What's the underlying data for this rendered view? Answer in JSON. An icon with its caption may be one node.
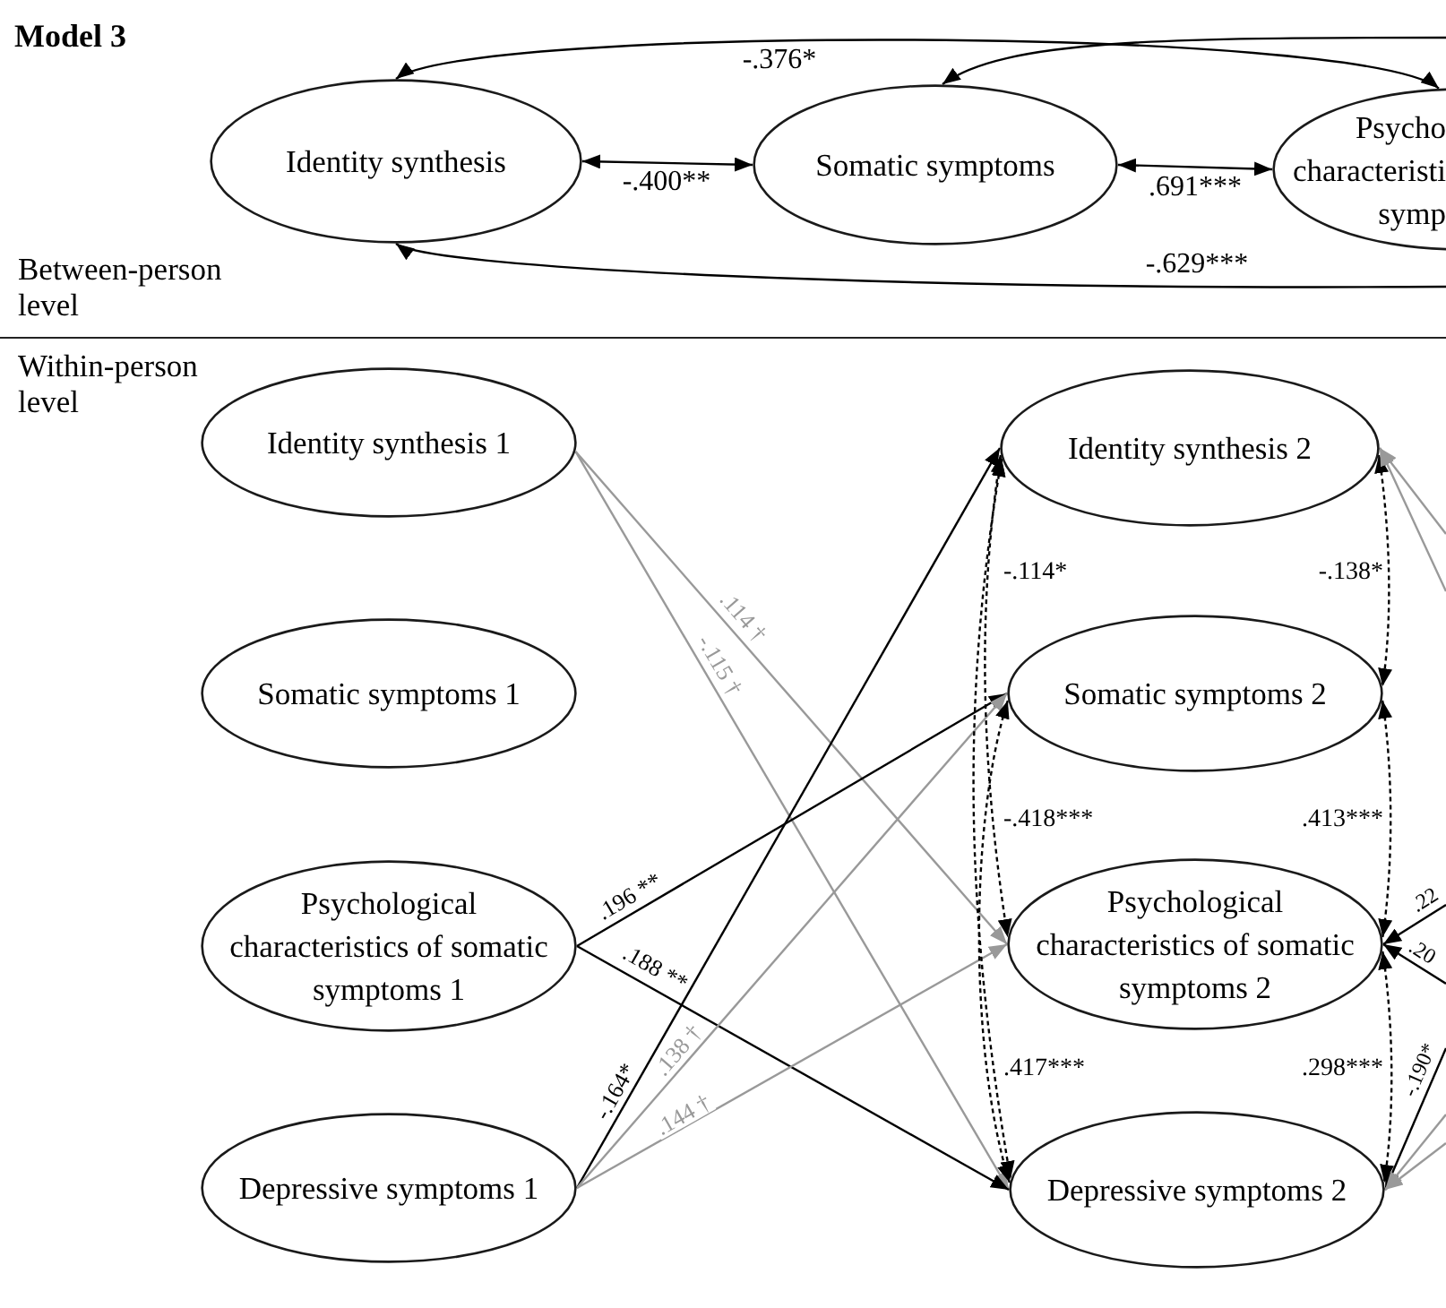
{
  "diagram": {
    "title": "Model 3",
    "nodes": [
      {
        "text": [
          "Identity synthesis"
        ]
      },
      {
        "text": [
          "Somatic symptoms"
        ]
      },
      {
        "text": [
          "Psycho characteristi symp"
        ]
      },
      {
        "text": [
          "Identity synthesis 1"
        ]
      },
      {
        "text": [
          "Somatic symptoms 1"
        ]
      },
      {
        "text": [
          "Psychological characteristics of somatic symptoms 1"
        ]
      },
      {
        "text": [
          "Depressive symptoms 1"
        ]
      },
      {
        "text": [
          "Identity synthesis 2"
        ]
      },
      {
        "text": [
          "Somatic symptoms 2"
        ]
      },
      {
        "text": [
          "Psychological characteristics of somatic symptoms 2"
        ]
      },
      {
        "text": [
          "Depressive symptoms 2"
        ]
      }
    ],
    "edges": [
      {
        "from": 0,
        "to": 1,
        "arrow": "both",
        "label": "-.400**"
      },
      {
        "from": 1,
        "to": 2,
        "arrow": "both",
        "label": ".691***"
      },
      {
        "from": 0,
        "to": 2,
        "arrow": "both",
        "label": "-.376*"
      },
      {
        "from": null,
        "to": 1,
        "arrow": "to"
      },
      {
        "from": null,
        "to": 0,
        "arrow": "to",
        "label": "-.629***"
      },
      {
        "from": 3,
        "to": 9,
        "arrow": "to",
        "label": ".114 †",
        "color": "#999999"
      },
      {
        "from": 3,
        "to": 10,
        "arrow": "to",
        "label": "-.115 †",
        "color": "#999999"
      },
      {
        "from": 5,
        "to": 8,
        "arrow": "to",
        "label": ".196 **"
      },
      {
        "from": 5,
        "to": 10,
        "arrow": "to",
        "label": ".188 **"
      },
      {
        "from": 6,
        "to": 7,
        "arrow": "to",
        "label": "-.164*"
      },
      {
        "from": 6,
        "to": 8,
        "arrow": "to",
        "label": ".138 †",
        "color": "#999999"
      },
      {
        "from": 6,
        "to": 9,
        "arrow": "to",
        "label": ".144 †",
        "color": "#999999"
      },
      {
        "from": 7,
        "to": 8,
        "arrow": "both",
        "label": "-.138*",
        "style": "dashed"
      },
      {
        "from": 8,
        "to": 9,
        "arrow": "both",
        "label": ".413***",
        "style": "dashed"
      },
      {
        "from": 9,
        "to": 10,
        "arrow": "both",
        "label": ".298***",
        "style": "dashed"
      },
      {
        "from": 7,
        "to": 9,
        "arrow": "both",
        "label": "-.114*",
        "style": "dashed"
      },
      {
        "from": 7,
        "to": 10,
        "arrow": "both",
        "label": "-.418***",
        "style": "dashed"
      },
      {
        "from": 8,
        "to": 10,
        "arrow": "both",
        "label": ".417***",
        "style": "dashed"
      },
      {
        "from": null,
        "to": 7,
        "arrow": "to",
        "color": "#999999"
      },
      {
        "from": null,
        "to": 7,
        "arrow": "to",
        "color": "#999999"
      },
      {
        "from": null,
        "to": 9,
        "arrow": "to",
        "label": ".22"
      },
      {
        "from": null,
        "to": 9,
        "arrow": "to",
        "label": ".20"
      },
      {
        "from": null,
        "to": 10,
        "arrow": "to",
        "label": "-.190*"
      },
      {
        "from": null,
        "to": 10,
        "arrow": "to",
        "color": "#999999"
      },
      {
        "from": null,
        "to": 10,
        "arrow": "to",
        "color": "#999999"
      }
    ],
    "labels": [
      "Between-person level",
      "Within-person level"
    ]
  }
}
